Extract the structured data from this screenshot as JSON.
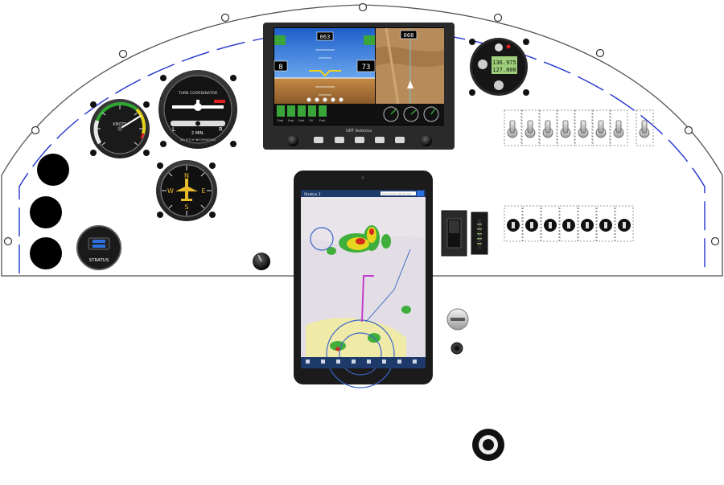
{
  "efis": {
    "heading": "063",
    "heading_right": "068",
    "speed": "73",
    "altitude_left": "8",
    "brand": "GRT Avionics",
    "engine_labels": [
      "Fuel",
      "Fuel",
      "Fuel",
      "Oil",
      "Fuel"
    ]
  },
  "radio": {
    "active_freq": "136.975",
    "standby_freq": "127.000"
  },
  "turn_coordinator": {
    "title": "TURN COORDINATOR",
    "left": "L",
    "right": "R",
    "time": "2 MIN.",
    "note": "NO PITCH INFORMATION"
  },
  "airspeed": {
    "unit": "KNOTS"
  },
  "heading_indicator": {
    "n": "N",
    "e": "E",
    "s": "S",
    "w": "W"
  },
  "usb": {
    "brand": "STRATUS"
  },
  "tablet": {
    "topbar_left": "Stratus 3",
    "search_placeholder": "Search Airport, Navaid, City"
  },
  "colors": {
    "panel_outline": "#555555",
    "dashed_line": "#2233cc",
    "efis_bezel": "#2a2a2a",
    "sky": "#2a6fd6",
    "ground": "#b07b3c",
    "radio_lcd": "#9fcf7a",
    "weather_green": "#3fae3a",
    "weather_red": "#d42a1d",
    "route": "#c23cc9"
  },
  "icons": {
    "toggle_switch": "toggle-switch-icon",
    "breaker": "circuit-breaker-icon",
    "key": "ignition-key-icon"
  }
}
